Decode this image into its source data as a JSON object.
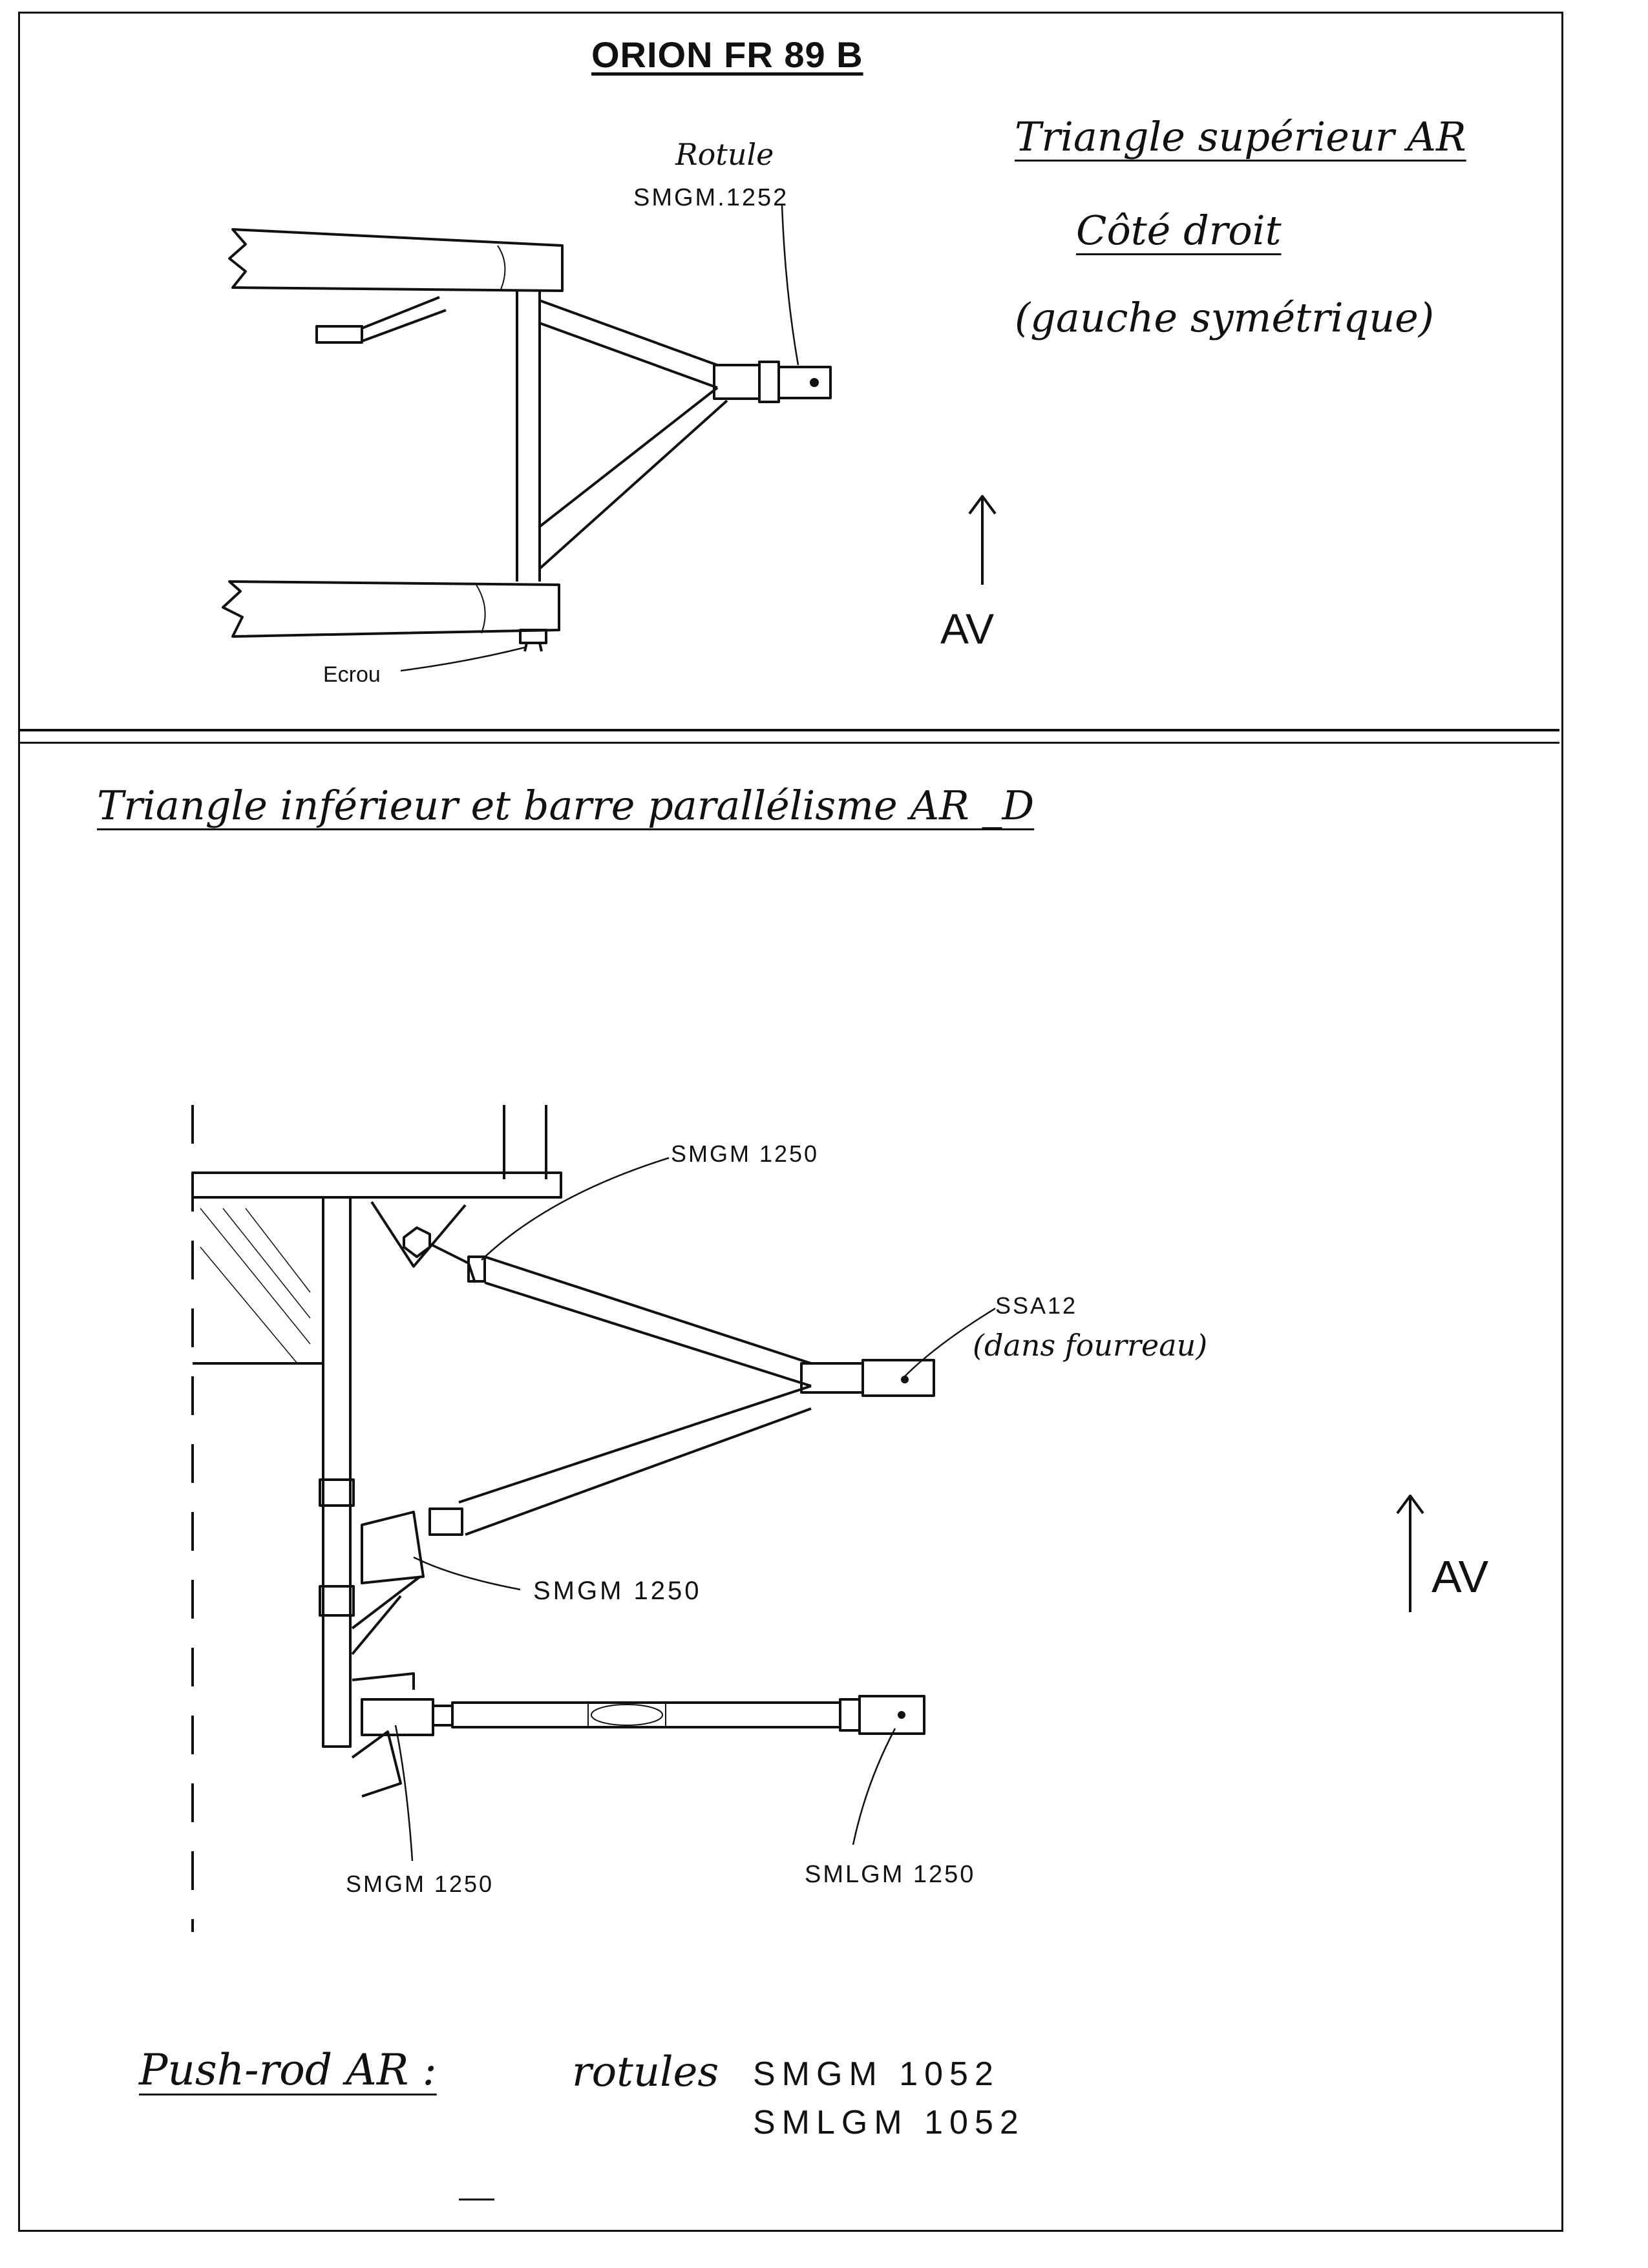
{
  "header": {
    "title": "ORION FR 89 B"
  },
  "upper_panel": {
    "heading": "Triangle supérieur AR",
    "side": "Côté droit",
    "note": "(gauche symétrique)",
    "part_label_line1": "Rotule",
    "part_label_line2": "SMGM.1252",
    "nut_label": "Ecrou",
    "direction_label": "AV"
  },
  "lower_panel": {
    "heading": "Triangle inférieur et barre parallélisme AR _D",
    "label_top": "SMGM 1250",
    "label_apex_line1": "SSA12",
    "label_apex_line2": "(dans fourreau)",
    "label_middle": "SMGM 1250",
    "label_bottom_left": "SMGM 1250",
    "label_bottom_right": "SMLGM 1250",
    "direction_label": "AV"
  },
  "footer": {
    "pushrod_label": "Push-rod AR :",
    "rotules_word": "rotules",
    "part_1": "SMGM 1052",
    "part_2": "SMLGM 1052"
  }
}
